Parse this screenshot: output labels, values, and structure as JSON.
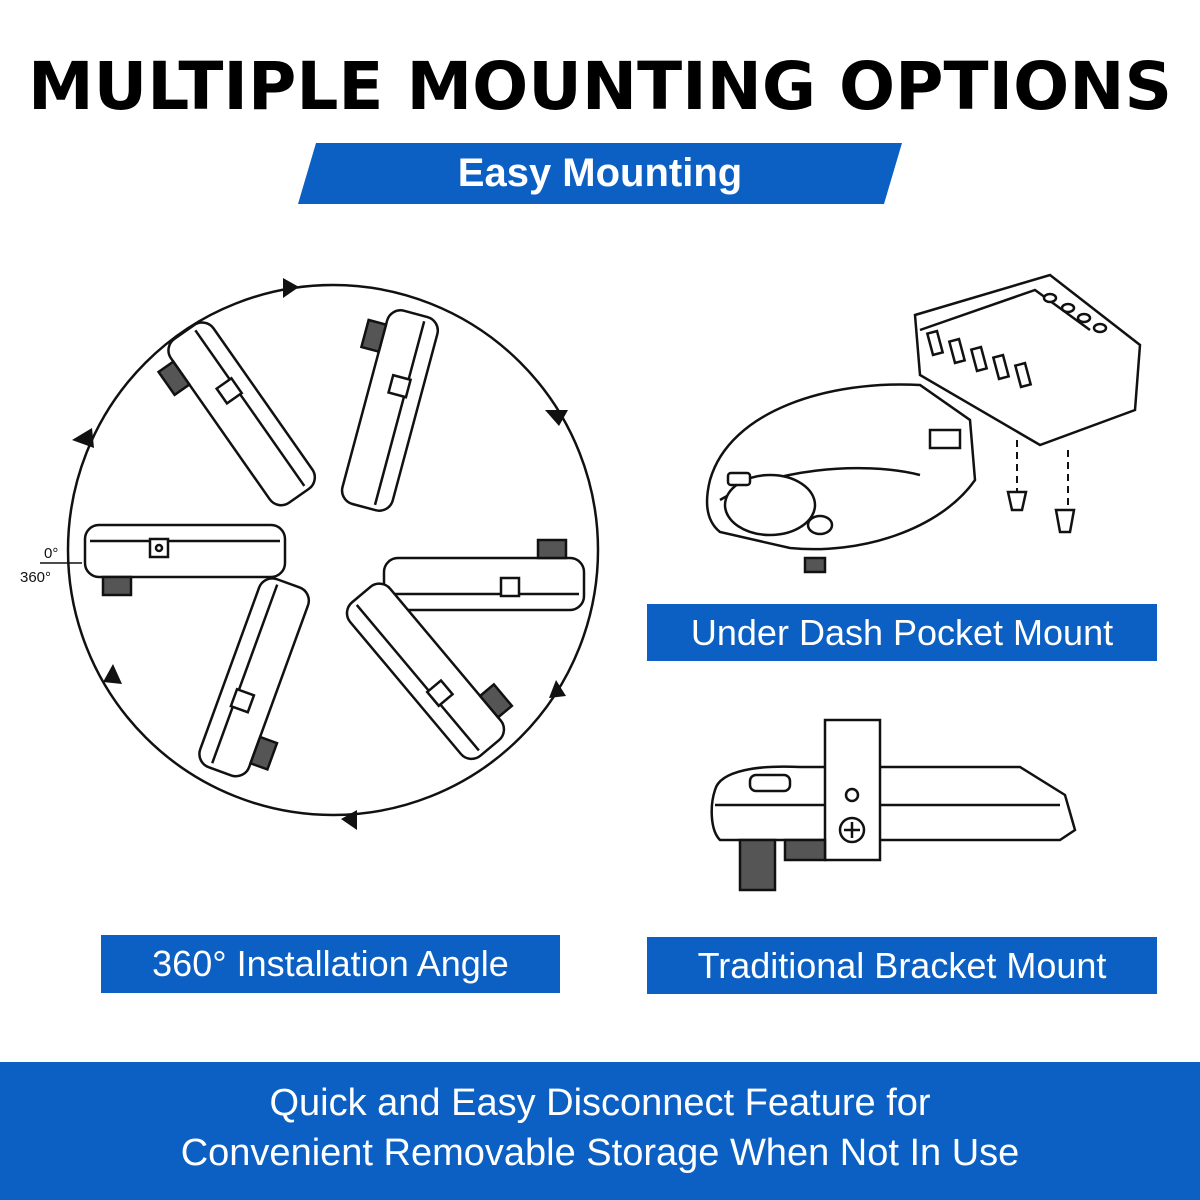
{
  "header": {
    "title": "MULTIPLE MOUNTING OPTIONS",
    "subtitle": "Easy Mounting"
  },
  "rotation_diagram": {
    "angle_start": "0°",
    "angle_end": "360°",
    "caption": "360° Installation Angle"
  },
  "pocket_mount": {
    "caption": "Under Dash Pocket Mount"
  },
  "bracket_mount": {
    "caption": "Traditional Bracket Mount"
  },
  "footer": {
    "line1": "Quick and Easy Disconnect Feature for",
    "line2": "Convenient Removable Storage When Not In Use"
  },
  "colors": {
    "accent": "#0c60c4",
    "line_art": "#111111"
  }
}
